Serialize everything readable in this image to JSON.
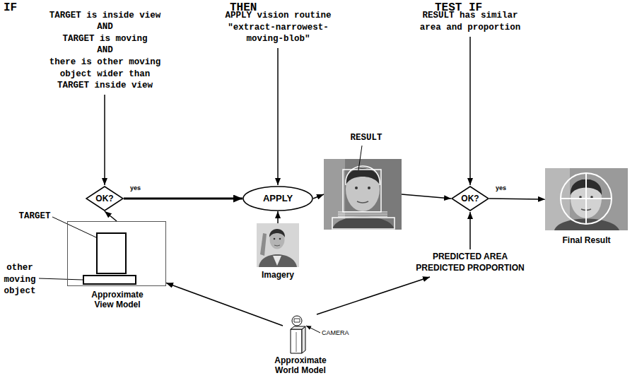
{
  "diagram": {
    "nodes": [
      {
        "text": [
          "Approximate View Model"
        ]
      },
      {
        "text": [
          "OK?"
        ]
      },
      {
        "text": [
          "APPLY"
        ]
      },
      {
        "text": [
          "Imagery"
        ]
      },
      {
        "text": [
          "RESULT"
        ]
      },
      {
        "text": [
          "OK?"
        ]
      },
      {
        "text": [
          "Final Result"
        ]
      },
      {
        "text": [
          "Approximate World Model"
        ]
      }
    ],
    "edges": [
      {
        "from": 0,
        "to": 1,
        "arrow": "to"
      },
      {
        "from": 1,
        "to": 2,
        "label": "yes",
        "arrow": "to"
      },
      {
        "from": 3,
        "to": 2,
        "arrow": "to"
      },
      {
        "from": 2,
        "to": 4,
        "arrow": "to"
      },
      {
        "from": 4,
        "to": 5,
        "arrow": "to"
      },
      {
        "from": 5,
        "to": 6,
        "label": "yes",
        "arrow": "to"
      },
      {
        "from": 7,
        "to": 0,
        "arrow": "to"
      }
    ],
    "labels": [
      "IF",
      "TARGET is inside view",
      "AND",
      "TARGET is moving",
      "AND",
      "there is other moving object wider than TARGET inside view",
      "THEN",
      "APPLY vision routine \"extract-narrowest-moving-blob\"",
      "TEST IF",
      "RESULT has similar area and proportion",
      "TARGET",
      "other moving object",
      "PREDICTED AREA",
      "PREDICTED PROPORTION",
      "CAMERA"
    ]
  }
}
